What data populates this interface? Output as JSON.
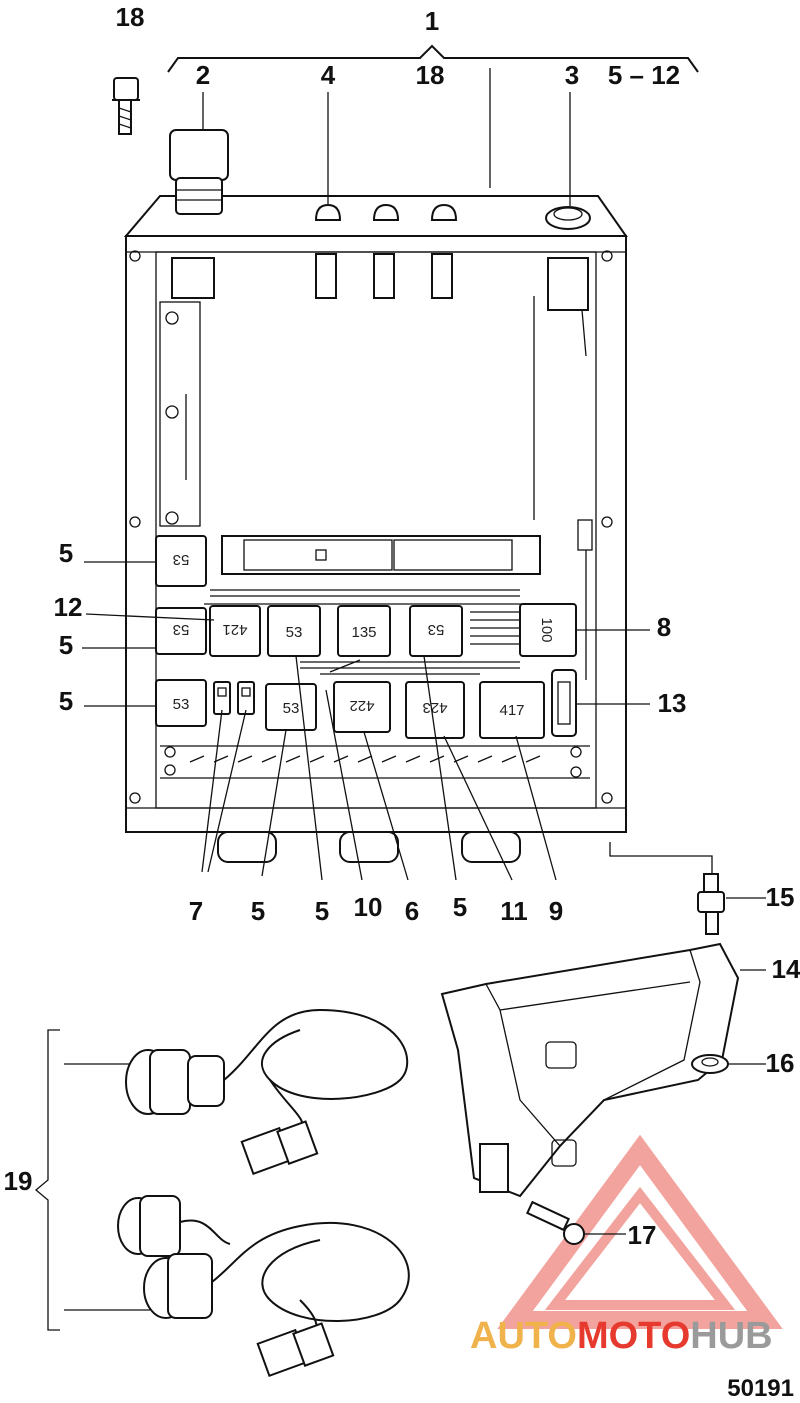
{
  "callouts": {
    "c1": "1",
    "c18a": "18",
    "c18b": "18",
    "c2": "2",
    "c4": "4",
    "c3": "3",
    "c5_12": "5 – 12",
    "c5a": "5",
    "c12": "12",
    "c5b": "5",
    "c5c": "5",
    "c8": "8",
    "c13": "13",
    "c7": "7",
    "c5d": "5",
    "c5e": "5",
    "c10": "10",
    "c6": "6",
    "c5f": "5",
    "c11": "11",
    "c9": "9",
    "c15": "15",
    "c14": "14",
    "c16": "16",
    "c17": "17",
    "c19": "19"
  },
  "relay_labels": {
    "r_a": "53",
    "r_b": "53",
    "r_c": "53",
    "r_421": "421",
    "r_53d": "53",
    "r_135": "135",
    "r_53e": "53",
    "r_100": "100",
    "r_53f": "53",
    "r_422": "422",
    "r_423": "423",
    "r_417": "417"
  },
  "figure_number": "50191",
  "watermark": {
    "auto": "AUTO",
    "moto": "MOTO",
    "hub": "HUB",
    "colors": {
      "red": "#e63a2e",
      "orange": "#f0b24a",
      "grey": "#9a9a9a"
    }
  }
}
